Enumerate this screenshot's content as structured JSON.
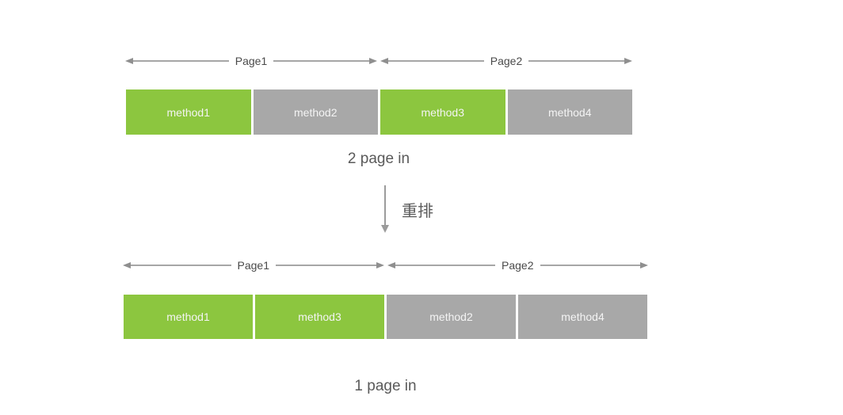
{
  "colors": {
    "method_green": "#8CC63F",
    "method_gray": "#A8A8A8",
    "arrow_line": "#A6A6A6",
    "arrow_head": "#8F8F8F",
    "page_label_text": "#4A4A4A",
    "caption_text": "#5A5A5A",
    "box_label_text": "#F4F4F4",
    "background": "#FFFFFF"
  },
  "top_diagram": {
    "pages": [
      {
        "label": "Page1"
      },
      {
        "label": "Page2"
      }
    ],
    "boxes": [
      {
        "label": "method1",
        "color": "#8CC63F"
      },
      {
        "label": "method2",
        "color": "#A8A8A8"
      },
      {
        "label": "method3",
        "color": "#8CC63F"
      },
      {
        "label": "method4",
        "color": "#A8A8A8"
      }
    ],
    "caption": "2 page in"
  },
  "transition": {
    "icon": "down-arrow-icon",
    "label": "重排"
  },
  "bottom_diagram": {
    "pages": [
      {
        "label": "Page1"
      },
      {
        "label": "Page2"
      }
    ],
    "boxes": [
      {
        "label": "method1",
        "color": "#8CC63F"
      },
      {
        "label": "method3",
        "color": "#8CC63F"
      },
      {
        "label": "method2",
        "color": "#A8A8A8"
      },
      {
        "label": "method4",
        "color": "#A8A8A8"
      }
    ],
    "caption": "1 page in"
  }
}
